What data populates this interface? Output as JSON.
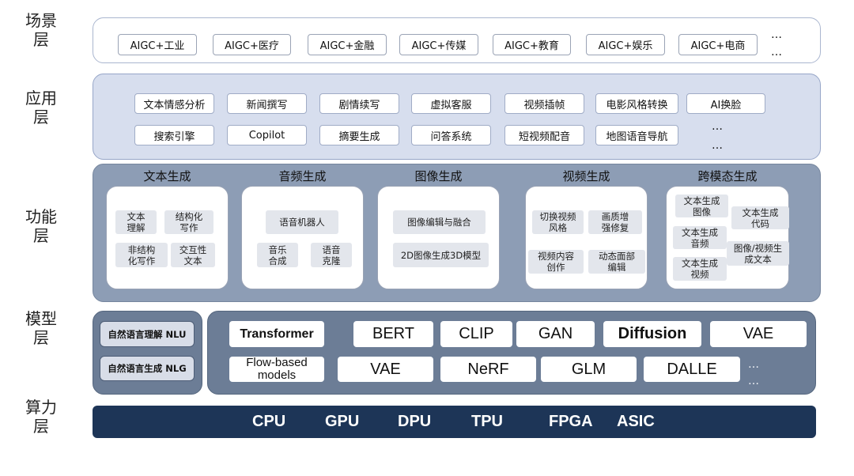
{
  "layers": {
    "scene": "场景层",
    "app": "应用层",
    "func": "功能层",
    "model": "模型层",
    "compute": "算力层"
  },
  "scene_items": [
    "AIGC+工业",
    "AIGC+医疗",
    "AIGC+金融",
    "AIGC+传媒",
    "AIGC+教育",
    "AIGC+娱乐",
    "AIGC+电商"
  ],
  "app_row1": [
    "文本情感分析",
    "新闻撰写",
    "剧情续写",
    "虚拟客服",
    "视频插帧",
    "电影风格转换",
    "AI换脸"
  ],
  "app_row2": [
    "搜索引擎",
    "Copilot",
    "摘要生成",
    "问答系统",
    "短视频配音",
    "地图语音导航"
  ],
  "ellipsis": "…",
  "func": {
    "text": {
      "title": "文本生成",
      "items": [
        "文本理解",
        "结构化写作",
        "非结构化写作",
        "交互性文本"
      ]
    },
    "audio": {
      "title": "音频生成",
      "items": [
        "语音机器人",
        "音乐合成",
        "语音克隆"
      ]
    },
    "image": {
      "title": "图像生成",
      "items": [
        "图像编辑与融合",
        "2D图像生成3D模型"
      ]
    },
    "video": {
      "title": "视频生成",
      "items": [
        "切换视频风格",
        "画质增强修复",
        "视频内容创作",
        "动态面部编辑"
      ]
    },
    "cross": {
      "title": "跨模态生成",
      "items": [
        "文本生成图像",
        "文本生成代码",
        "文本生成音频",
        "图像/视频生成文本",
        "文本生成视频"
      ]
    }
  },
  "nlu": "自然语言理解 NLU",
  "nlg": "自然语言生成 NLG",
  "models_row1": [
    "Transformer",
    "BERT",
    "CLIP",
    "GAN",
    "Diffusion",
    "VAE"
  ],
  "models_row2": [
    "Flow-based models",
    "VAE",
    "NeRF",
    "GLM",
    "DALLE"
  ],
  "compute": [
    "CPU",
    "GPU",
    "DPU",
    "TPU",
    "FPGA",
    "ASIC"
  ]
}
